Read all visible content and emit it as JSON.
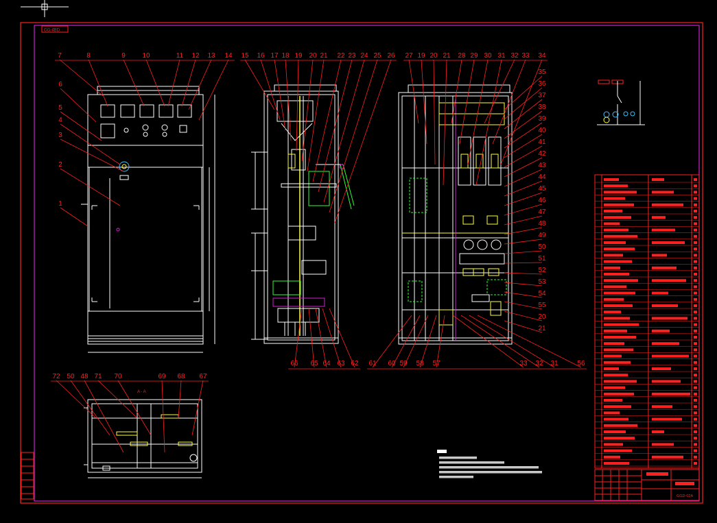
{
  "drawing": {
    "tag": "GG-4BD",
    "section_label": "A - A",
    "drawing_number": "GGD-02A",
    "company": "",
    "scale": "",
    "title_block_label": ""
  },
  "colors": {
    "background": "#000000",
    "frame": "#d020d0",
    "border": "#ff2020",
    "callout": "#ff2020",
    "geometry": "#ffffff",
    "bus": "#ffff40",
    "accent_green": "#30ff30",
    "accent_cyan": "#40c0ff"
  },
  "callouts": {
    "front_top": [
      "7",
      "8",
      "9",
      "10",
      "11",
      "12",
      "13",
      "14"
    ],
    "front_left": [
      "6",
      "5",
      "4",
      "3",
      "2",
      "1"
    ],
    "side_top": [
      "15",
      "16",
      "17",
      "18",
      "19",
      "20",
      "21",
      "22",
      "23",
      "24",
      "25",
      "26"
    ],
    "side_bottom": [
      "66",
      "65",
      "64",
      "63",
      "62"
    ],
    "rear_top": [
      "27",
      "19",
      "20",
      "21",
      "28",
      "29",
      "30",
      "31",
      "32",
      "33",
      "34"
    ],
    "rear_right": [
      "35",
      "36",
      "37",
      "38",
      "39",
      "40",
      "41",
      "42",
      "43",
      "44",
      "45",
      "46",
      "47",
      "48",
      "49",
      "50",
      "51",
      "52",
      "53",
      "54",
      "55",
      "20",
      "21"
    ],
    "rear_bottom": [
      "61",
      "60",
      "59",
      "58",
      "57",
      "33",
      "32",
      "31",
      "56"
    ],
    "plan_top": [
      "72",
      "50",
      "48",
      "71",
      "70",
      "69",
      "68",
      "67"
    ]
  }
}
